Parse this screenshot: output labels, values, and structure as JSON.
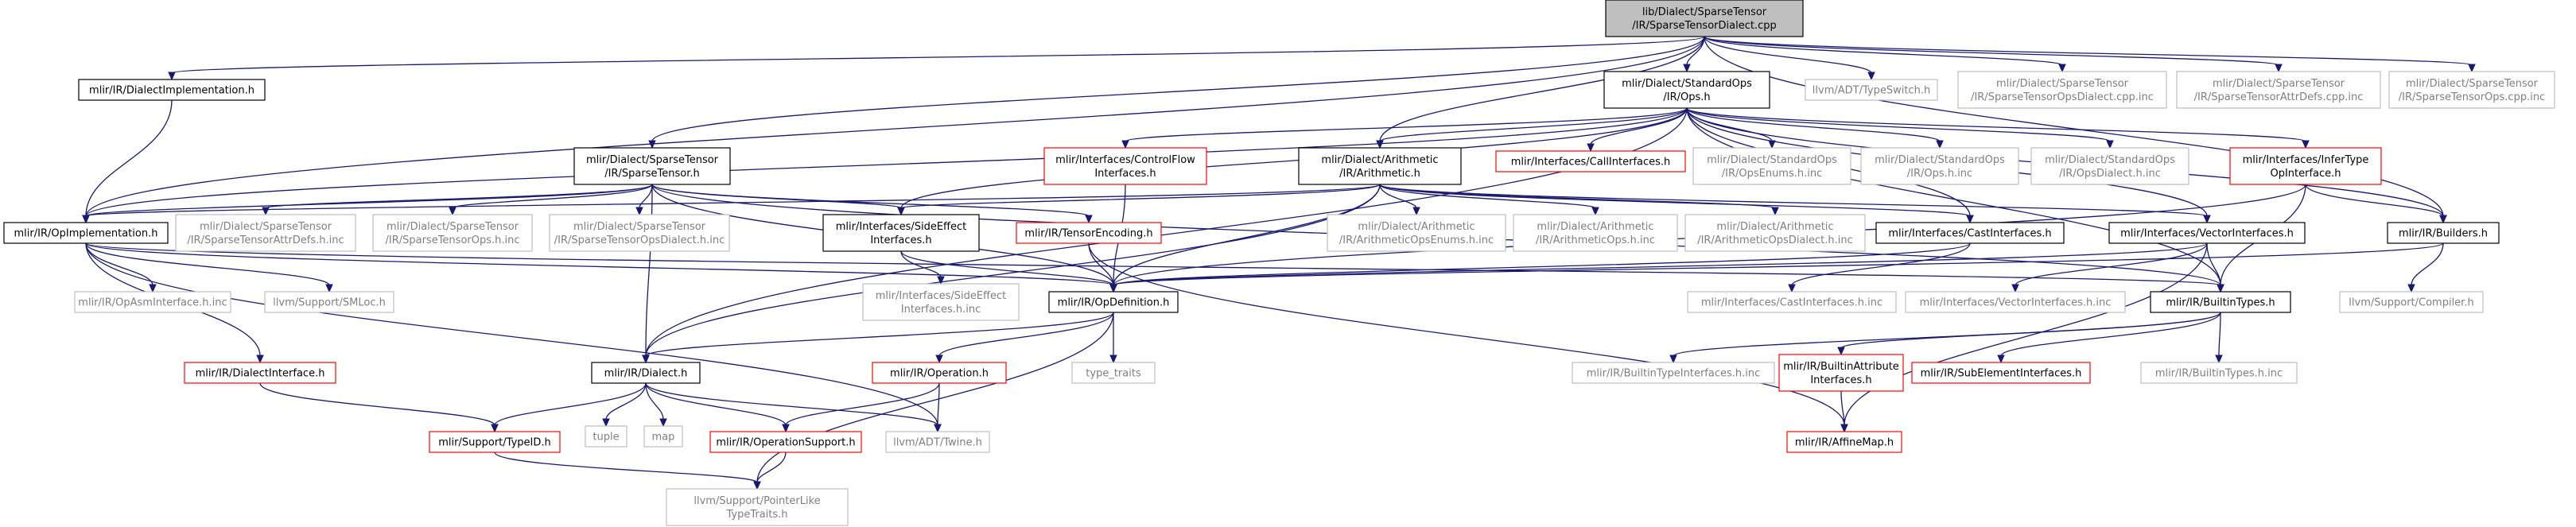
{
  "colors": {
    "edge": "#191970",
    "box_root_fill": "#bfbfbf",
    "box_root_border": "#000000",
    "box_documented_border": "#000000",
    "box_truncated_border": "#ff0000",
    "box_external_border": "#bfbfbf",
    "text_default": "#000000",
    "text_external": "#7f7f7f"
  },
  "nodes": [
    {
      "id": "root",
      "style": "root",
      "lines": [
        "lib/Dialect/SparseTensor",
        "/IR/SparseTensorDialect.cpp"
      ]
    },
    {
      "id": "dialectimpl",
      "style": "documented",
      "lines": [
        "mlir/IR/DialectImplementation.h"
      ]
    },
    {
      "id": "stdops",
      "style": "documented",
      "lines": [
        "mlir/Dialect/StandardOps",
        "/IR/Ops.h"
      ]
    },
    {
      "id": "typeswitch",
      "style": "external",
      "lines": [
        "llvm/ADT/TypeSwitch.h"
      ]
    },
    {
      "id": "stdialectinc",
      "style": "external",
      "lines": [
        "mlir/Dialect/SparseTensor",
        "/IR/SparseTensorOpsDialect.cpp.inc"
      ]
    },
    {
      "id": "attrdefscpp",
      "style": "external",
      "lines": [
        "mlir/Dialect/SparseTensor",
        "/IR/SparseTensorAttrDefs.cpp.inc"
      ]
    },
    {
      "id": "stopscpp",
      "style": "external",
      "lines": [
        "mlir/Dialect/SparseTensor",
        "/IR/SparseTensorOps.cpp.inc"
      ]
    },
    {
      "id": "sparsetensor",
      "style": "documented",
      "lines": [
        "mlir/Dialect/SparseTensor",
        "/IR/SparseTensor.h"
      ]
    },
    {
      "id": "controlflow",
      "style": "truncated",
      "lines": [
        "mlir/Interfaces/ControlFlow",
        "Interfaces.h"
      ]
    },
    {
      "id": "arith",
      "style": "documented",
      "lines": [
        "mlir/Dialect/Arithmetic",
        "/IR/Arithmetic.h"
      ]
    },
    {
      "id": "callif",
      "style": "truncated",
      "lines": [
        "mlir/Interfaces/CallInterfaces.h"
      ]
    },
    {
      "id": "opsenums",
      "style": "external",
      "lines": [
        "mlir/Dialect/StandardOps",
        "/IR/OpsEnums.h.inc"
      ]
    },
    {
      "id": "opshinc",
      "style": "external",
      "lines": [
        "mlir/Dialect/StandardOps",
        "/IR/Ops.h.inc"
      ]
    },
    {
      "id": "opsdialect",
      "style": "external",
      "lines": [
        "mlir/Dialect/StandardOps",
        "/IR/OpsDialect.h.inc"
      ]
    },
    {
      "id": "infertype",
      "style": "truncated",
      "lines": [
        "mlir/Interfaces/InferType",
        "OpInterface.h"
      ]
    },
    {
      "id": "opimpl",
      "style": "documented",
      "lines": [
        "mlir/IR/OpImplementation.h"
      ]
    },
    {
      "id": "attrdefsinc",
      "style": "external",
      "lines": [
        "mlir/Dialect/SparseTensor",
        "/IR/SparseTensorAttrDefs.h.inc"
      ]
    },
    {
      "id": "stopsinc",
      "style": "external",
      "lines": [
        "mlir/Dialect/SparseTensor",
        "/IR/SparseTensorOps.h.inc"
      ]
    },
    {
      "id": "stdialecthinc",
      "style": "external",
      "lines": [
        "mlir/Dialect/SparseTensor",
        "/IR/SparseTensorOpsDialect.h.inc"
      ]
    },
    {
      "id": "sideeffect",
      "style": "documented",
      "lines": [
        "mlir/Interfaces/SideEffect",
        "Interfaces.h"
      ]
    },
    {
      "id": "tensorenc",
      "style": "truncated",
      "lines": [
        "mlir/IR/TensorEncoding.h"
      ]
    },
    {
      "id": "arithenums",
      "style": "external",
      "lines": [
        "mlir/Dialect/Arithmetic",
        "/IR/ArithmeticOpsEnums.h.inc"
      ]
    },
    {
      "id": "arithops",
      "style": "external",
      "lines": [
        "mlir/Dialect/Arithmetic",
        "/IR/ArithmeticOps.h.inc"
      ]
    },
    {
      "id": "arithdialect",
      "style": "external",
      "lines": [
        "mlir/Dialect/Arithmetic",
        "/IR/ArithmeticOpsDialect.h.inc"
      ]
    },
    {
      "id": "castif",
      "style": "documented",
      "lines": [
        "mlir/Interfaces/CastInterfaces.h"
      ]
    },
    {
      "id": "vectorif",
      "style": "documented",
      "lines": [
        "mlir/Interfaces/VectorInterfaces.h"
      ]
    },
    {
      "id": "builders",
      "style": "documented",
      "lines": [
        "mlir/IR/Builders.h"
      ]
    },
    {
      "id": "opasm",
      "style": "external",
      "lines": [
        "mlir/IR/OpAsmInterface.h.inc"
      ]
    },
    {
      "id": "smloc",
      "style": "external",
      "lines": [
        "llvm/Support/SMLoc.h"
      ]
    },
    {
      "id": "sideeffectinc",
      "style": "external",
      "lines": [
        "mlir/Interfaces/SideEffect",
        "Interfaces.h.inc"
      ]
    },
    {
      "id": "opdef",
      "style": "documented",
      "lines": [
        "mlir/IR/OpDefinition.h"
      ]
    },
    {
      "id": "castifinc",
      "style": "external",
      "lines": [
        "mlir/Interfaces/CastInterfaces.h.inc"
      ]
    },
    {
      "id": "vectorifinc",
      "style": "external",
      "lines": [
        "mlir/Interfaces/VectorInterfaces.h.inc"
      ]
    },
    {
      "id": "builtintypes",
      "style": "documented",
      "lines": [
        "mlir/IR/BuiltinTypes.h"
      ]
    },
    {
      "id": "compiler",
      "style": "external",
      "lines": [
        "llvm/Support/Compiler.h"
      ]
    },
    {
      "id": "dialectif",
      "style": "truncated",
      "lines": [
        "mlir/IR/DialectInterface.h"
      ]
    },
    {
      "id": "dialect",
      "style": "documented",
      "lines": [
        "mlir/IR/Dialect.h"
      ]
    },
    {
      "id": "operation",
      "style": "truncated",
      "lines": [
        "mlir/IR/Operation.h"
      ]
    },
    {
      "id": "typetraits",
      "style": "external",
      "lines": [
        "type_traits"
      ]
    },
    {
      "id": "btifinc",
      "style": "external",
      "lines": [
        "mlir/IR/BuiltinTypeInterfaces.h.inc"
      ]
    },
    {
      "id": "battrif",
      "style": "truncated",
      "lines": [
        "mlir/IR/BuiltinAttribute",
        "Interfaces.h"
      ]
    },
    {
      "id": "subelem",
      "style": "truncated",
      "lines": [
        "mlir/IR/SubElementInterfaces.h"
      ]
    },
    {
      "id": "btinc",
      "style": "external",
      "lines": [
        "mlir/IR/BuiltinTypes.h.inc"
      ]
    },
    {
      "id": "typeid",
      "style": "truncated",
      "lines": [
        "mlir/Support/TypeID.h"
      ]
    },
    {
      "id": "tuple",
      "style": "external",
      "lines": [
        "tuple"
      ]
    },
    {
      "id": "map",
      "style": "external",
      "lines": [
        "map"
      ]
    },
    {
      "id": "opsupport",
      "style": "truncated",
      "lines": [
        "mlir/IR/OperationSupport.h"
      ]
    },
    {
      "id": "twine",
      "style": "external",
      "lines": [
        "llvm/ADT/Twine.h"
      ]
    },
    {
      "id": "affinemap",
      "style": "truncated",
      "lines": [
        "mlir/IR/AffineMap.h"
      ]
    },
    {
      "id": "pointerlike",
      "style": "external",
      "lines": [
        "llvm/Support/PointerLike",
        "TypeTraits.h"
      ]
    }
  ],
  "edges": [
    [
      "root",
      "dialectimpl"
    ],
    [
      "root",
      "stdops"
    ],
    [
      "root",
      "typeswitch"
    ],
    [
      "root",
      "stdialectinc"
    ],
    [
      "root",
      "attrdefscpp"
    ],
    [
      "root",
      "stopscpp"
    ],
    [
      "root",
      "sparsetensor"
    ],
    [
      "root",
      "opimpl"
    ],
    [
      "root",
      "arith"
    ],
    [
      "root",
      "builders"
    ],
    [
      "dialectimpl",
      "opimpl"
    ],
    [
      "stdops",
      "controlflow"
    ],
    [
      "stdops",
      "callif"
    ],
    [
      "stdops",
      "opsenums"
    ],
    [
      "stdops",
      "opshinc"
    ],
    [
      "stdops",
      "opsdialect"
    ],
    [
      "stdops",
      "infertype"
    ],
    [
      "stdops",
      "arith"
    ],
    [
      "stdops",
      "sideeffect"
    ],
    [
      "stdops",
      "castif"
    ],
    [
      "stdops",
      "vectorif"
    ],
    [
      "stdops",
      "builders"
    ],
    [
      "stdops",
      "opimpl"
    ],
    [
      "stdops",
      "dialect"
    ],
    [
      "stdops",
      "builtintypes"
    ],
    [
      "sparsetensor",
      "opimpl"
    ],
    [
      "sparsetensor",
      "attrdefsinc"
    ],
    [
      "sparsetensor",
      "stopsinc"
    ],
    [
      "sparsetensor",
      "stdialecthinc"
    ],
    [
      "sparsetensor",
      "sideeffect"
    ],
    [
      "sparsetensor",
      "tensorenc"
    ],
    [
      "sparsetensor",
      "opdef"
    ],
    [
      "sparsetensor",
      "builtintypes"
    ],
    [
      "sparsetensor",
      "dialect"
    ],
    [
      "controlflow",
      "opdef"
    ],
    [
      "arith",
      "opimpl"
    ],
    [
      "arith",
      "arithenums"
    ],
    [
      "arith",
      "arithops"
    ],
    [
      "arith",
      "arithdialect"
    ],
    [
      "arith",
      "sideeffect"
    ],
    [
      "arith",
      "castif"
    ],
    [
      "arith",
      "vectorif"
    ],
    [
      "arith",
      "opdef"
    ],
    [
      "arith",
      "dialect"
    ],
    [
      "infertype",
      "opdef"
    ],
    [
      "infertype",
      "builtintypes"
    ],
    [
      "infertype",
      "builders"
    ],
    [
      "opimpl",
      "opasm"
    ],
    [
      "opimpl",
      "smloc"
    ],
    [
      "opimpl",
      "opdef"
    ],
    [
      "opimpl",
      "dialectif"
    ],
    [
      "opimpl",
      "builtintypes"
    ],
    [
      "opimpl",
      "twine"
    ],
    [
      "sideeffect",
      "sideeffectinc"
    ],
    [
      "sideeffect",
      "opdef"
    ],
    [
      "tensorenc",
      "opdef"
    ],
    [
      "tensorenc",
      "affinemap"
    ],
    [
      "castif",
      "castifinc"
    ],
    [
      "castif",
      "opdef"
    ],
    [
      "vectorif",
      "vectorifinc"
    ],
    [
      "vectorif",
      "opdef"
    ],
    [
      "vectorif",
      "builtintypes"
    ],
    [
      "vectorif",
      "affinemap"
    ],
    [
      "builders",
      "opdef"
    ],
    [
      "builders",
      "compiler"
    ],
    [
      "opdef",
      "dialect"
    ],
    [
      "opdef",
      "operation"
    ],
    [
      "opdef",
      "typetraits"
    ],
    [
      "opdef",
      "pointerlike"
    ],
    [
      "builtintypes",
      "btifinc"
    ],
    [
      "builtintypes",
      "battrif"
    ],
    [
      "builtintypes",
      "subelem"
    ],
    [
      "builtintypes",
      "btinc"
    ],
    [
      "battrif",
      "affinemap"
    ],
    [
      "dialectif",
      "typeid"
    ],
    [
      "dialect",
      "typeid"
    ],
    [
      "dialect",
      "tuple"
    ],
    [
      "dialect",
      "map"
    ],
    [
      "dialect",
      "opsupport"
    ],
    [
      "dialect",
      "twine"
    ],
    [
      "operation",
      "opsupport"
    ],
    [
      "operation",
      "twine"
    ],
    [
      "typeid",
      "pointerlike"
    ],
    [
      "opsupport",
      "pointerlike"
    ]
  ]
}
